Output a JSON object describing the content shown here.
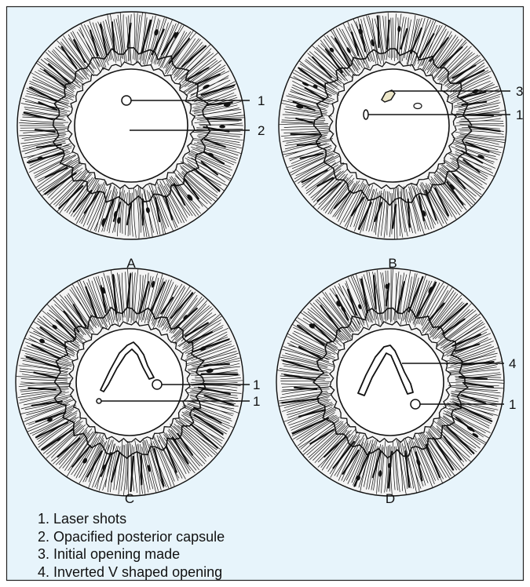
{
  "colors": {
    "background": "#e7f4fb",
    "border": "#222222",
    "ink": "#111111",
    "pupil": "#ffffff"
  },
  "panels": [
    {
      "id": "A",
      "label": "A",
      "callouts": [
        {
          "number": "1",
          "target": "laser-shot"
        },
        {
          "number": "2",
          "target": "opacified-capsule"
        }
      ]
    },
    {
      "id": "B",
      "label": "B",
      "callouts": [
        {
          "number": "3",
          "target": "initial-opening"
        },
        {
          "number": "1",
          "target": "laser-shot"
        }
      ]
    },
    {
      "id": "C",
      "label": "C",
      "callouts": [
        {
          "number": "1",
          "target": "laser-shot"
        },
        {
          "number": "1",
          "target": "laser-shot"
        }
      ]
    },
    {
      "id": "D",
      "label": "D",
      "callouts": [
        {
          "number": "4",
          "target": "v-opening"
        },
        {
          "number": "1",
          "target": "laser-shot"
        }
      ]
    }
  ],
  "legend": [
    "1. Laser shots",
    "2. Opacified posterior capsule",
    "3. Initial opening made",
    "4. Inverted V shaped opening"
  ]
}
